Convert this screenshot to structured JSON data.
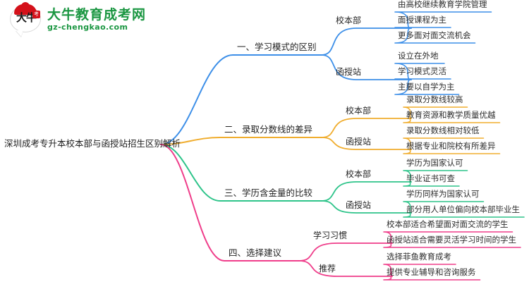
{
  "logo": {
    "mark_text": "大牛",
    "seal_text": "考",
    "title": "大牛教育成考网",
    "subtitle": "gz-chengkao.com",
    "brand_color": "#1a9641",
    "seal_color": "#d4111a"
  },
  "mindmap": {
    "root": {
      "label": "深圳成考专升本校本部与函授站招生区别解析"
    },
    "branches": [
      {
        "label": "一、学习模式的区别",
        "color": "#3d8fe8",
        "children": [
          {
            "label": "校本部",
            "leaves": [
              "由高校继续教育学院管理",
              "面授课程为主",
              "更多面对面交流机会"
            ]
          },
          {
            "label": "函授站",
            "leaves": [
              "设立在外地",
              "学习模式灵活",
              "主要以自学为主"
            ]
          }
        ]
      },
      {
        "label": "二、录取分数线的差异",
        "color": "#f0ad2e",
        "children": [
          {
            "label": "校本部",
            "leaves": [
              "录取分数线较高",
              "教育资源和教学质量优越"
            ]
          },
          {
            "label": "函授站",
            "leaves": [
              "录取分数线相对较低",
              "根据专业和院校有所差异"
            ]
          }
        ]
      },
      {
        "label": "三、学历含金量的比较",
        "color": "#2ec48a",
        "children": [
          {
            "label": "校本部",
            "leaves": [
              "学历为国家认可",
              "毕业证书可查"
            ]
          },
          {
            "label": "函授站",
            "leaves": [
              "学历同样为国家认可",
              "部分用人单位偏向校本部毕业生"
            ]
          }
        ]
      },
      {
        "label": "四、选择建议",
        "color": "#ef3d8a",
        "children": [
          {
            "label": "学习习惯",
            "leaves": [
              "校本部适合希望面对面交流的学生",
              "函授站适合需要灵活学习时间的学生"
            ]
          },
          {
            "label": "推荐",
            "leaves": [
              "选择菲鱼教育成考",
              "提供专业辅导和咨询服务"
            ]
          }
        ]
      }
    ]
  }
}
